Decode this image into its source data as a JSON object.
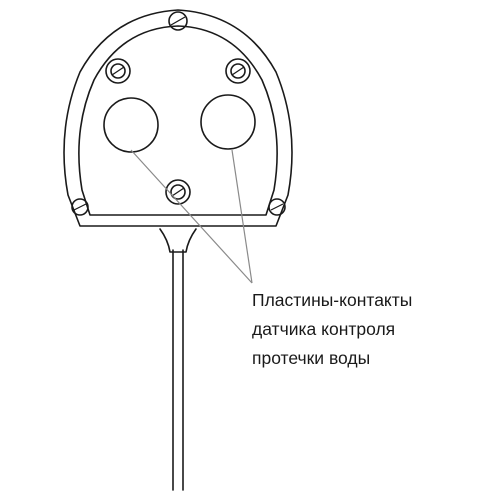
{
  "diagram": {
    "caption_lines": [
      "Пластины-контакты",
      "датчика контроля",
      "протечки воды"
    ],
    "colors": {
      "stroke": "#1a1a1a",
      "leader": "#8a8a8a",
      "background": "#ffffff"
    },
    "icons": [
      "screw-icon",
      "contact-plate-icon"
    ]
  }
}
